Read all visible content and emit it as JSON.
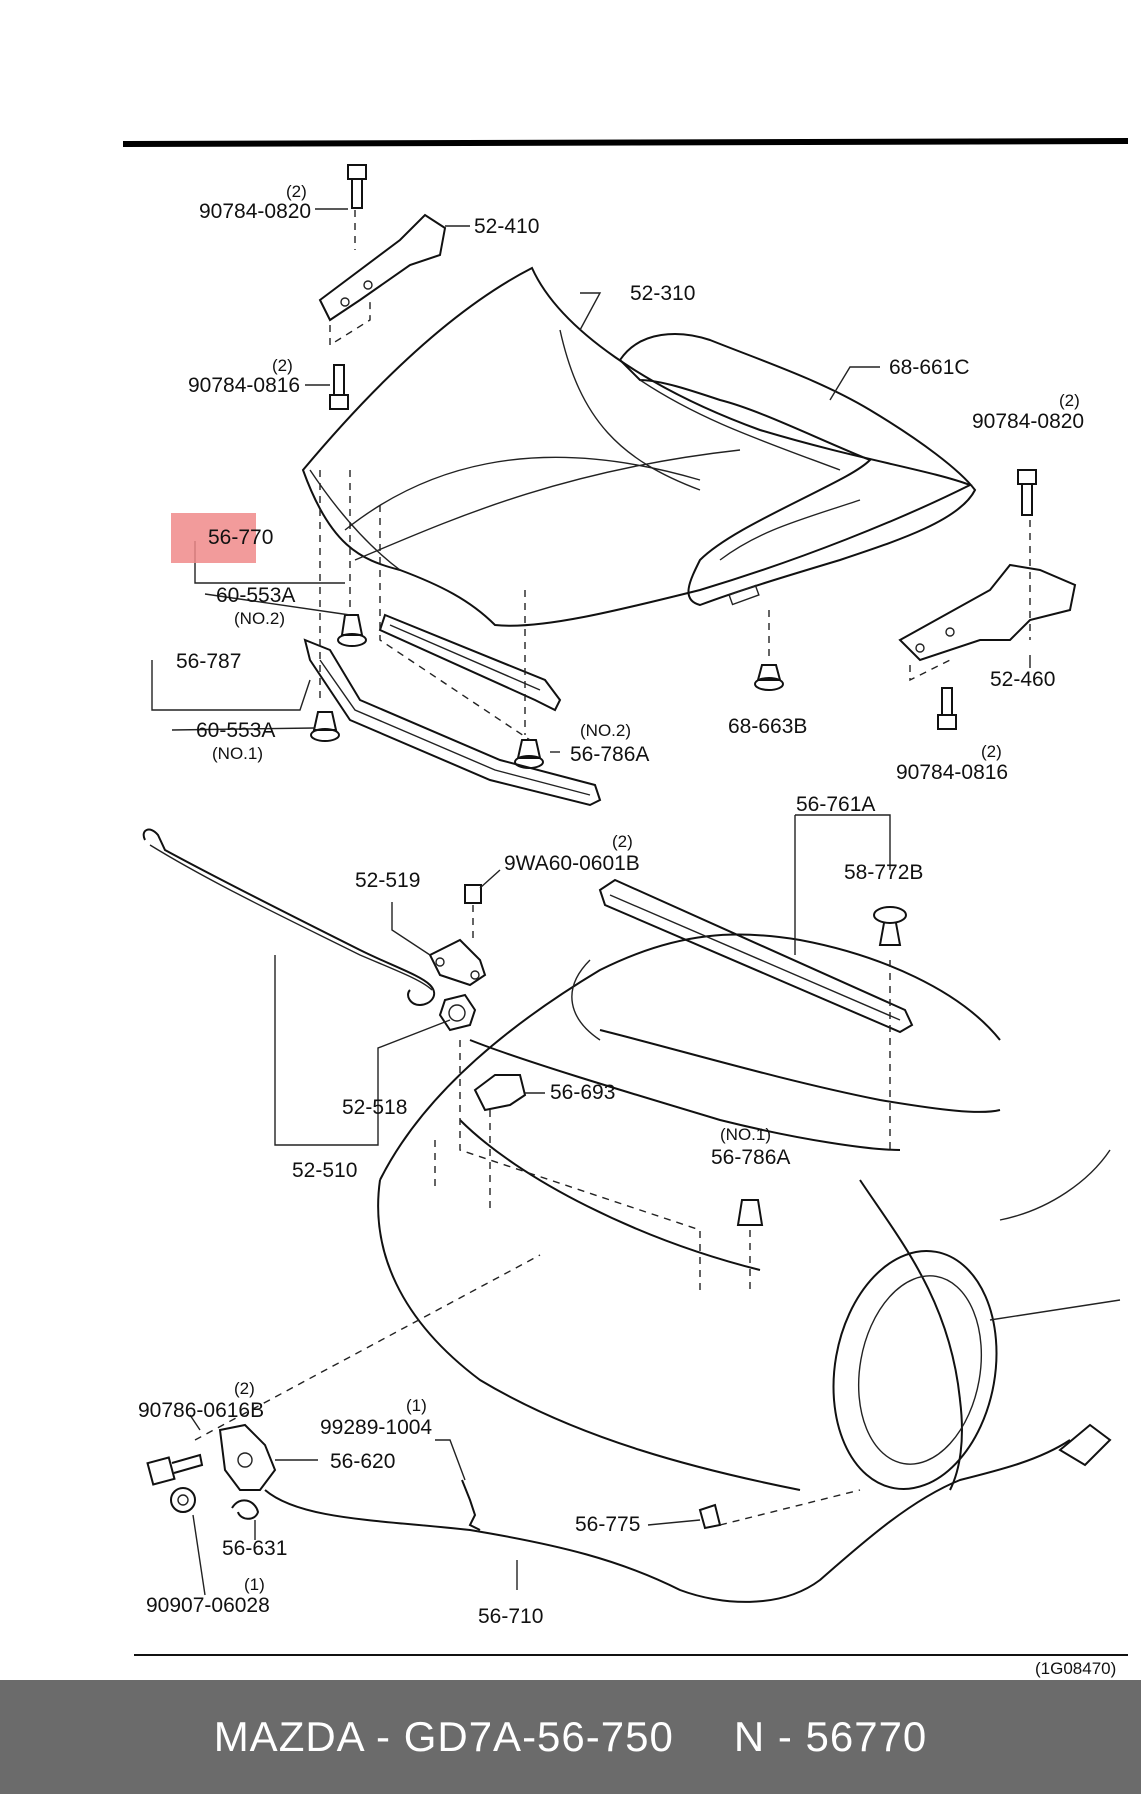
{
  "ref_code": "(1G08470)",
  "footer": {
    "brand_part": "MAZDA - GD7A-56-750",
    "ref_part": "N - 56770"
  },
  "highlight_color": "#f08a8a",
  "footer_color": "#6b6b6b",
  "callouts": {
    "c_90784_0820_a": "90784-0820",
    "q_90784_0820_a": "(2)",
    "c_52_410": "52-410",
    "c_52_310": "52-310",
    "c_90784_0816_a": "90784-0816",
    "q_90784_0816_a": "(2)",
    "c_68_661c": "68-661C",
    "c_90784_0820_b": "90784-0820",
    "q_90784_0820_b": "(2)",
    "c_56_770": "56-770",
    "c_60_553a_no2": "60-553A",
    "n_no2_a": "(NO.2)",
    "c_56_787": "56-787",
    "c_60_553a_no1": "60-553A",
    "n_no1_a": "(NO.1)",
    "n_no2_b": "(NO.2)",
    "c_56_786a_a": "56-786A",
    "c_68_663b": "68-663B",
    "c_52_460": "52-460",
    "c_90784_0816_b": "90784-0816",
    "q_90784_0816_b": "(2)",
    "c_56_761a": "56-761A",
    "c_58_772b": "58-772B",
    "c_52_519": "52-519",
    "c_9wa60": "9WA60-0601B",
    "q_9wa60": "(2)",
    "c_52_518": "52-518",
    "c_56_693": "56-693",
    "c_52_510": "52-510",
    "n_no1_b": "(NO.1)",
    "c_56_786a_b": "56-786A",
    "c_90786_0616b": "90786-0616B",
    "q_90786_0616b": "(2)",
    "c_99289_1004": "99289-1004",
    "q_99289_1004": "(1)",
    "c_56_620": "56-620",
    "c_56_631": "56-631",
    "c_56_775": "56-775",
    "c_90907_06028": "90907-06028",
    "q_90907_06028": "(1)",
    "c_56_710": "56-710"
  }
}
